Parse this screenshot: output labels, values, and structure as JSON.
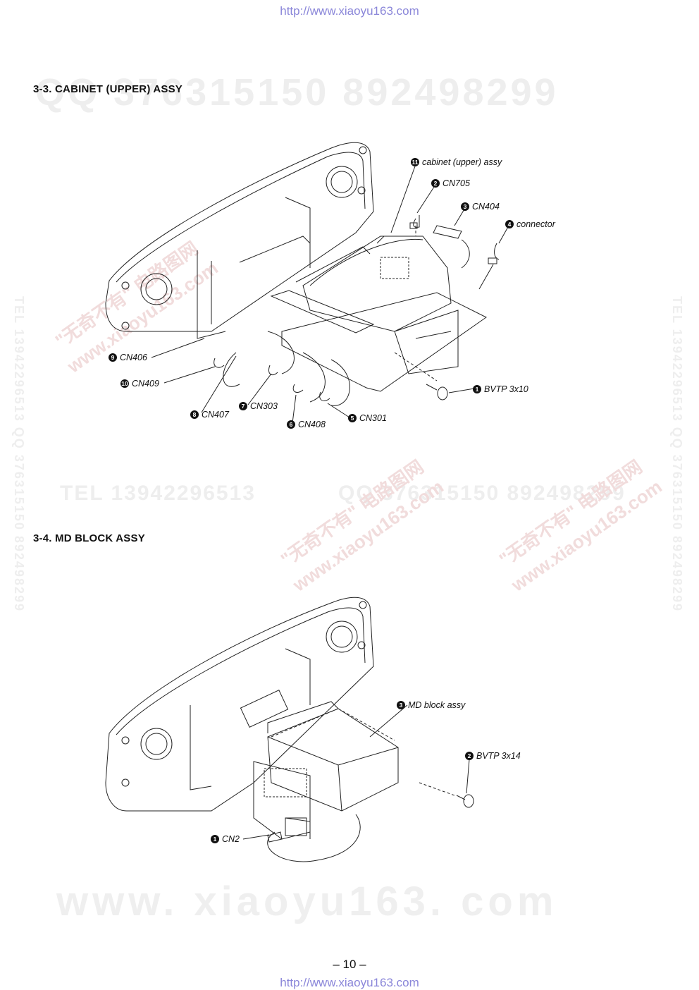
{
  "header_url": "http://www.xiaoyu163.com",
  "footer_url": "http://www.xiaoyu163.com",
  "page_number": "– 10 –",
  "watermarks": {
    "qq_top": "QQ 376315150   892498299",
    "tel_mid": "TEL 13942296513",
    "qq_mid": "QQ 376315150   892498299",
    "vert_left": "TEL 13942296513  QQ 376315150  892498299",
    "vert_right": "TEL 13942296513  QQ 376315150  892498299",
    "diag_cn": "\"无奇不有\" 电路图网",
    "diag_site": "www.xiaoyu163.com",
    "bottom_site": "www. xiaoyu163. com"
  },
  "sections": {
    "cabinet": {
      "title": "3-3. CABINET (UPPER) ASSY",
      "callouts": [
        {
          "num": "11",
          "label": "cabinet (upper) assy"
        },
        {
          "num": "2",
          "label": "CN705"
        },
        {
          "num": "3",
          "label": "CN404"
        },
        {
          "num": "4",
          "label": "connector"
        },
        {
          "num": "9",
          "label": "CN406"
        },
        {
          "num": "10",
          "label": "CN409"
        },
        {
          "num": "1",
          "label": "BVTP 3x10"
        },
        {
          "num": "7",
          "label": "CN303"
        },
        {
          "num": "8",
          "label": "CN407"
        },
        {
          "num": "5",
          "label": "CN301"
        },
        {
          "num": "6",
          "label": "CN408"
        }
      ]
    },
    "md_block": {
      "title": "3-4. MD BLOCK ASSY",
      "callouts": [
        {
          "num": "3",
          "label": "MD block assy"
        },
        {
          "num": "2",
          "label": "BVTP 3x14"
        },
        {
          "num": "1",
          "label": "CN2"
        }
      ]
    }
  }
}
